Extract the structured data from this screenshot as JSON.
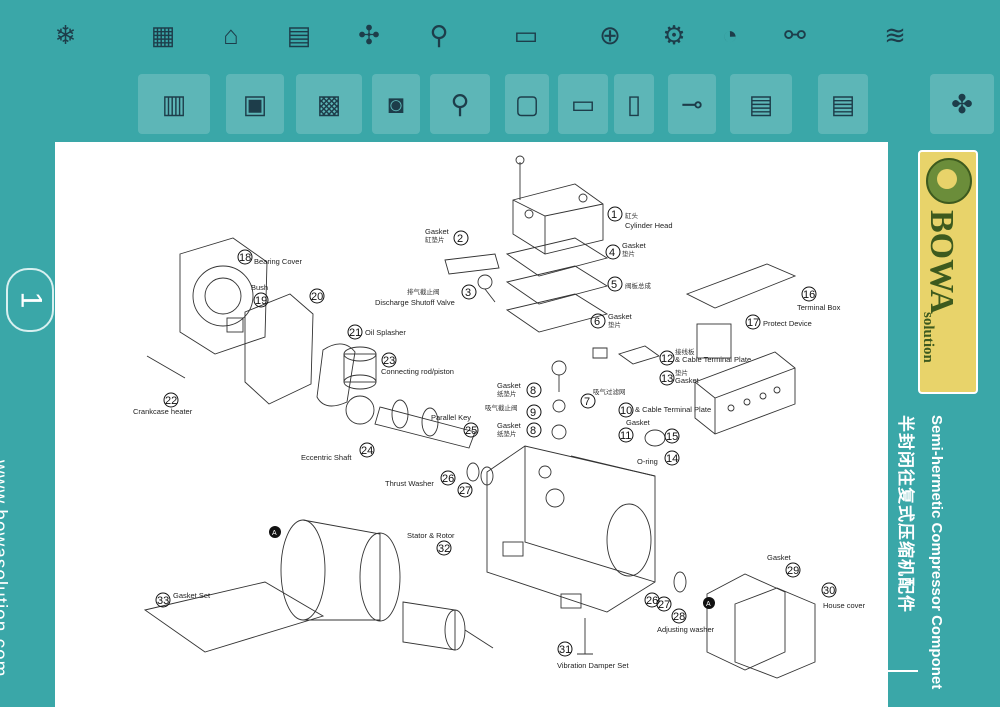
{
  "banner": {
    "thumbnails": [
      {
        "name": "compressor-unit-thumb",
        "icon": "compressor-unit",
        "glyph": "❄"
      },
      {
        "name": "condensing-unit-wire-thumb",
        "icon": "condensing-unit",
        "glyph": "▦"
      },
      {
        "name": "frame-drawing-thumb",
        "icon": "frame",
        "glyph": "⌂"
      },
      {
        "name": "coil-drawing-thumb",
        "icon": "coil",
        "glyph": "▤"
      },
      {
        "name": "fan-thumb",
        "icon": "fan",
        "glyph": "✣"
      },
      {
        "name": "hinge-drawing-thumb",
        "icon": "hinge",
        "glyph": "⚲"
      },
      {
        "name": "tank-drawing-thumb",
        "icon": "receiver-tank",
        "glyph": "▭"
      },
      {
        "name": "valve-drawing-thumb",
        "icon": "valve",
        "glyph": "⊕"
      },
      {
        "name": "fittings-drawing-thumb",
        "icon": "fittings",
        "glyph": "⚙"
      },
      {
        "name": "switch-drawing-thumb",
        "icon": "pressure-switch",
        "glyph": "◔"
      },
      {
        "name": "expansion-valve-drawing-thumb",
        "icon": "expansion-valve",
        "glyph": "⚯"
      },
      {
        "name": "tube-drawing-thumb",
        "icon": "tube",
        "glyph": "≋"
      }
    ],
    "photos": [
      {
        "name": "condenser-photo",
        "icon": "condenser",
        "glyph": "▥"
      },
      {
        "name": "unit-photo",
        "icon": "unit",
        "glyph": "▣"
      },
      {
        "name": "board-photo",
        "icon": "board",
        "glyph": "▩"
      },
      {
        "name": "fan-guard-photo",
        "icon": "fan-guard",
        "glyph": "◙"
      },
      {
        "name": "hinge-photo",
        "icon": "hinge",
        "glyph": "⚲"
      },
      {
        "name": "controller-photo",
        "icon": "controller",
        "glyph": "▢"
      },
      {
        "name": "thermostat-photo",
        "icon": "thermostat",
        "glyph": "▭"
      },
      {
        "name": "display-photo",
        "icon": "display",
        "glyph": "▯"
      },
      {
        "name": "brass-fitting-photo",
        "icon": "brass-fitting",
        "glyph": "⊸"
      },
      {
        "name": "pressure-switch-photo",
        "icon": "pressure-switch",
        "glyph": "▤"
      },
      {
        "name": "pressure-switch-2-photo",
        "icon": "pressure-switch",
        "glyph": "▤"
      },
      {
        "name": "expansion-valve-photo",
        "icon": "expansion-valve",
        "glyph": "✤"
      }
    ]
  },
  "sidebar": {
    "page_number": "1",
    "website": "www.bowasolution.com"
  },
  "brand": {
    "logo_text": "BOWA",
    "logo_sub": "solution",
    "title_en": "Semi-hermetic Compressor Componet",
    "title_cn": "半封闭往复式压缩机配件"
  },
  "parts": [
    {
      "id": "1",
      "label": "Cylinder Head",
      "cn": "缸头"
    },
    {
      "id": "2",
      "label": "Gasket",
      "cn": "缸垫片"
    },
    {
      "id": "3",
      "label": "Discharge Shutoff Valve",
      "cn": "排气截止阀"
    },
    {
      "id": "4",
      "label": "Gasket",
      "cn": "垫片"
    },
    {
      "id": "5",
      "label": "",
      "cn": "阀板总成"
    },
    {
      "id": "6",
      "label": "Gasket",
      "cn": "垫片"
    },
    {
      "id": "7",
      "label": "",
      "cn": "吸气过滤网"
    },
    {
      "id": "8",
      "label": "Gasket",
      "cn": "纸垫片"
    },
    {
      "id": "9",
      "label": "",
      "cn": "吸气截止阀"
    },
    {
      "id": "10",
      "label": "& Cable Terminal Plate",
      "cn": ""
    },
    {
      "id": "11",
      "label": "Gasket",
      "cn": ""
    },
    {
      "id": "12",
      "label": "& Cable Terminal Plate",
      "cn": ""
    },
    {
      "id": "13",
      "label": "Gasket",
      "cn": ""
    },
    {
      "id": "14",
      "label": "O-ring",
      "cn": ""
    },
    {
      "id": "15",
      "label": "",
      "cn": ""
    },
    {
      "id": "16",
      "label": "Terminal Box",
      "cn": ""
    },
    {
      "id": "17",
      "label": "Protect Device",
      "cn": ""
    },
    {
      "id": "18",
      "label": "Bearing Cover",
      "cn": ""
    },
    {
      "id": "19",
      "label": "Bush",
      "cn": ""
    },
    {
      "id": "20",
      "label": "",
      "cn": ""
    },
    {
      "id": "21",
      "label": "Oil Splasher",
      "cn": ""
    },
    {
      "id": "22",
      "label": "Crankcase heater",
      "cn": ""
    },
    {
      "id": "23",
      "label": "Connecting rod/piston",
      "cn": ""
    },
    {
      "id": "24",
      "label": "Eccentric Shaft",
      "cn": ""
    },
    {
      "id": "25",
      "label": "Parallel Key",
      "cn": ""
    },
    {
      "id": "26",
      "label": "Thrust Washer",
      "cn": ""
    },
    {
      "id": "27",
      "label": "",
      "cn": ""
    },
    {
      "id": "28",
      "label": "Adjusting washer",
      "cn": ""
    },
    {
      "id": "29",
      "label": "Gasket",
      "cn": ""
    },
    {
      "id": "30",
      "label": "House cover",
      "cn": ""
    },
    {
      "id": "31",
      "label": "Vibration Damper Set",
      "cn": ""
    },
    {
      "id": "32",
      "label": "Stator & Rotor",
      "cn": ""
    },
    {
      "id": "33",
      "label": "Gasket Set",
      "cn": ""
    }
  ],
  "extra_labels": {
    "marker_a": "A",
    "gasket_10": "Gasket",
    "gasket_8b": "Gasket",
    "gasket_8b_cn": "纸垫片",
    "cable_plate_10": "& Cable Terminal Plate",
    "terminal_box_cn_12": "接线板",
    "gasket_13_cn": "垫片"
  },
  "colors": {
    "teal": "#3aa7a8",
    "logo_gold": "#e8d36a",
    "logo_green": "#3d5a1e"
  }
}
